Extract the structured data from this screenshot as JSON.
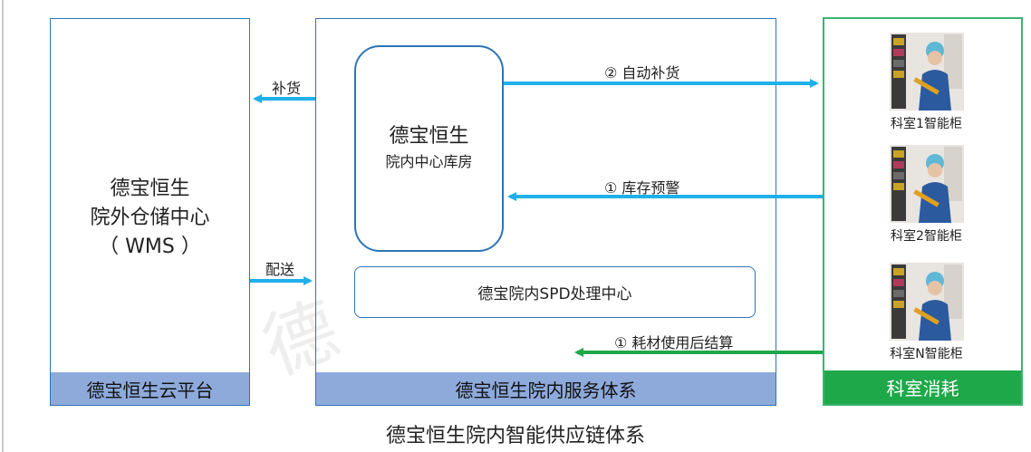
{
  "panels": {
    "cloud": {
      "name_line1": "德宝恒生",
      "name_line2": "院外仓储中心",
      "name_line3": "（ WMS ）",
      "footer": "德宝恒生云平台"
    },
    "hospital": {
      "warehouse_title": "德宝恒生",
      "warehouse_subtitle": "院内中心库房",
      "spd_center": "德宝院内SPD处理中心",
      "footer": "德宝恒生院内服务体系"
    },
    "department": {
      "cabinets": [
        "科室1智能柜",
        "科室2智能柜",
        "科室N智能柜"
      ],
      "footer": "科室消耗"
    }
  },
  "flows": {
    "replenish": "补货",
    "delivery": "配送",
    "auto_replenish": "②   自动补货",
    "stock_alert": "①   库存预警",
    "settlement": "①   耗材使用后结算"
  },
  "title": "德宝恒生院内智能供应链体系",
  "watermark": "德",
  "colors": {
    "panel_border": "#2e75b6",
    "footer_blue": "#8eaadb",
    "dept_green": "#1fa84a",
    "arrow_blue": "#1fb0ea",
    "arrow_green": "#1fa84a"
  }
}
